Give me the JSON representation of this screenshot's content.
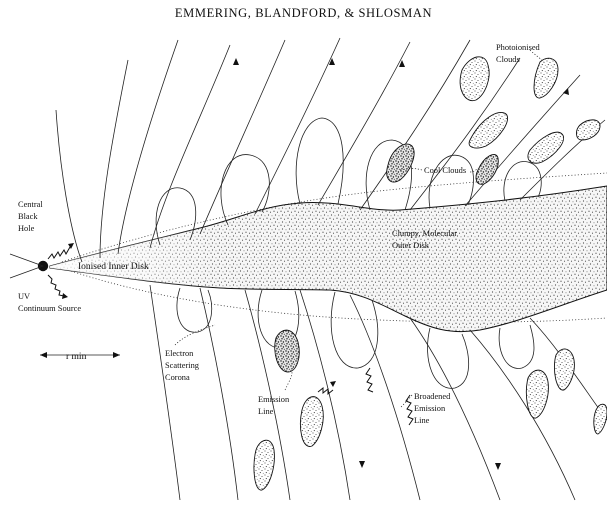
{
  "header": {
    "running_head": "EMMERING, BLANDFORD, & SHLOSMAN"
  },
  "labels": {
    "central_black_hole": [
      "Central",
      "Black",
      "Hole"
    ],
    "uv_source": [
      "UV",
      "Continuum Source"
    ],
    "ionised_inner_disk": "Ionised Inner Disk",
    "clumpy_outer_disk": [
      "Clumpy, Molecular",
      "Outer Disk"
    ],
    "photoionised_clouds": [
      "Photoionised",
      "Clouds"
    ],
    "cool_clouds": "Cool Clouds",
    "electron_scattering_corona": [
      "Electron",
      "Scattering",
      "Corona"
    ],
    "emission_line": [
      "Emission",
      "Line"
    ],
    "broadened_emission_line": [
      "Broadened",
      "Emission",
      "Line"
    ],
    "r_min": "r min"
  },
  "colors": {
    "ink": "#111111",
    "paper": "#ffffff"
  }
}
